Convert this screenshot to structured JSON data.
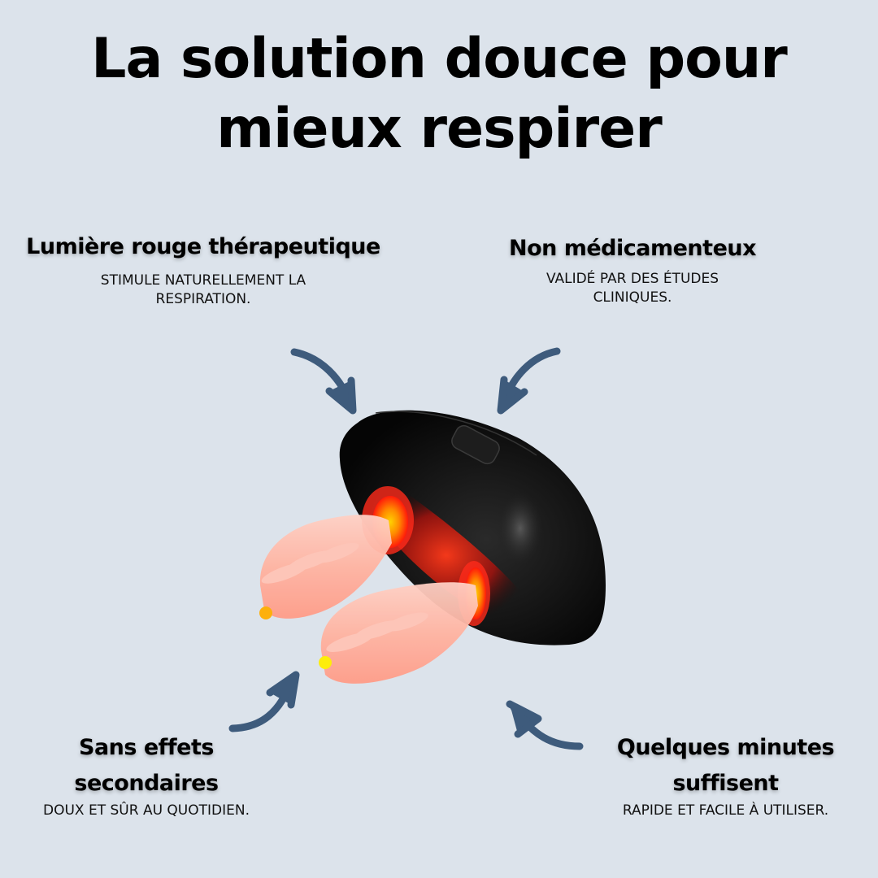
{
  "title": {
    "line1": "La solution douce pour",
    "line2": "mieux respirer"
  },
  "features": [
    {
      "heading": "Lumière rouge thérapeutique",
      "description": "STIMULE NATURELLEMENT LA RESPIRATION."
    },
    {
      "heading": "Non médicamenteux",
      "description": "VALIDÉ PAR DES ÉTUDES CLINIQUES."
    },
    {
      "heading": "Sans effets secondaires",
      "description": "DOUX ET SÛR AU QUOTIDIEN."
    },
    {
      "heading": "Quelques minutes suffisent",
      "description": "RAPIDE ET FACILE À UTILISER."
    }
  ],
  "colors": {
    "background": "#dce3eb",
    "arrow": "#3e5b7c",
    "device_body": "#111111",
    "red_light": "#ff2a1a",
    "nozzle": "#ffb8a8"
  },
  "product": {
    "name": "red-light-nasal-device"
  }
}
